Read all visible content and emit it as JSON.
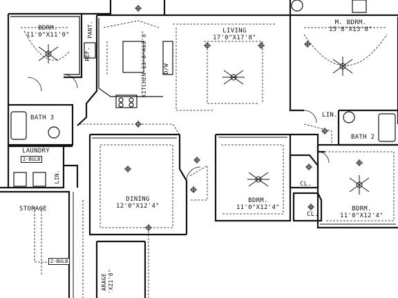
{
  "rooms": {
    "bdrm_nw": {
      "name": "BDRM.",
      "size": "11'0\"X11'0\""
    },
    "living": {
      "name": "LIVING",
      "size": "17'0\"X17'8\""
    },
    "m_bdrm": {
      "name": "M. BDRM.",
      "size": "15'8\"X13'8\""
    },
    "kitchen": {
      "name": "KITCHEN",
      "size": "13'8\"X13'8\""
    },
    "pant": {
      "name": "PANT."
    },
    "bath3": {
      "name": "BATH 3"
    },
    "laundry": {
      "name": "LAUNDRY"
    },
    "lin_left": {
      "name": "LIN."
    },
    "lin_right": {
      "name": "LIN."
    },
    "bath2": {
      "name": "BATH 2"
    },
    "dining": {
      "name": "DINING",
      "size": "12'0\"X12'4\""
    },
    "bdrm_mid": {
      "name": "BDRM.",
      "size": "11'0\"X12'4\""
    },
    "bdrm_se": {
      "name": "BDRM.",
      "size": "11'0\"X12'4\""
    },
    "storage": {
      "name": "STORAGE"
    },
    "garage": {
      "name": "ARAGE",
      "size": "'X21'0\""
    },
    "cl1": {
      "name": "CL."
    },
    "cl2": {
      "name": "CL."
    }
  },
  "tags": {
    "laundry_bulb": "2-BULB",
    "storage_bulb": "2-BULB",
    "dw": "D/W",
    "ref": "REF."
  }
}
